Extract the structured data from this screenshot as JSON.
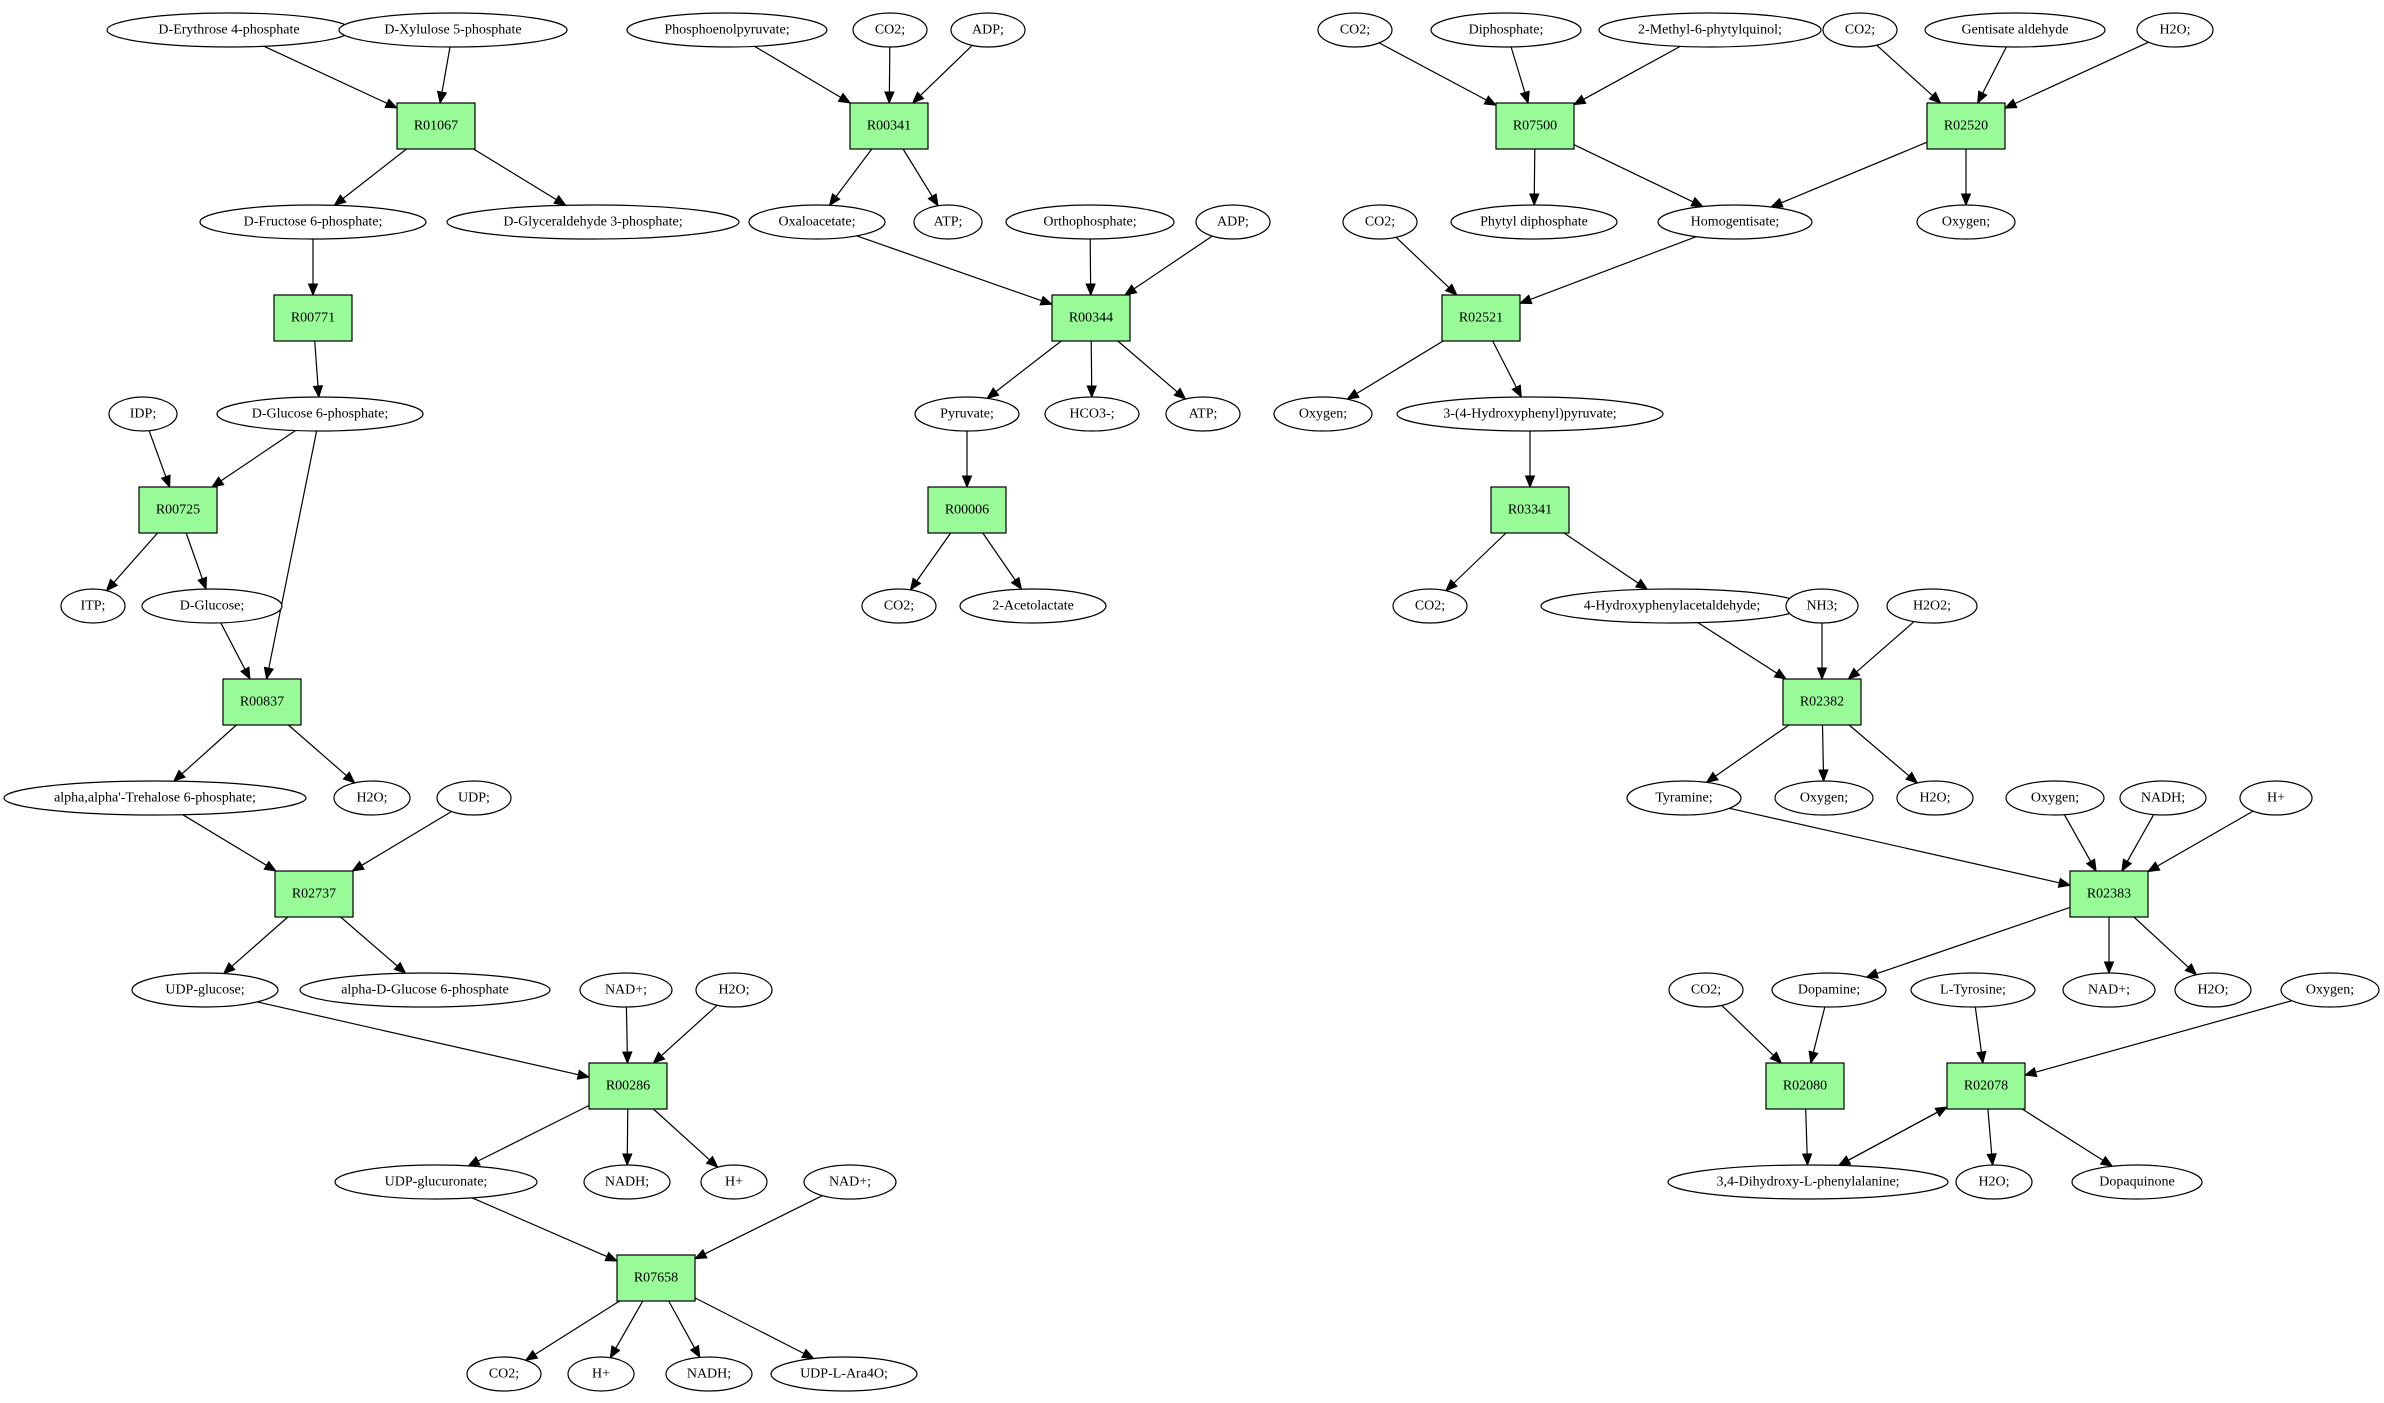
{
  "colors": {
    "reaction_fill": "#98fb98",
    "start_compound_fill": "#00ff00",
    "target_compound_fill": "#ffff00",
    "compound_fill": "#ffffff"
  },
  "diagram": {
    "type": "metabolic pathway graph",
    "compounds": [
      {
        "id": "c_e4p",
        "label": "D-Erythrose 4-phosphate",
        "kind": "start"
      },
      {
        "id": "c_xu5p",
        "label": "D-Xylulose 5-phosphate",
        "kind": "normal"
      },
      {
        "id": "c_pep",
        "label": "Phosphoenolpyruvate;",
        "kind": "start"
      },
      {
        "id": "c_co2_a",
        "label": "CO2;",
        "kind": "normal"
      },
      {
        "id": "c_adp_a",
        "label": "ADP;",
        "kind": "normal"
      },
      {
        "id": "c_co2_b",
        "label": "CO2;",
        "kind": "normal"
      },
      {
        "id": "c_dip",
        "label": "Diphosphate;",
        "kind": "normal"
      },
      {
        "id": "c_mpq",
        "label": "2-Methyl-6-phytylquinol;",
        "kind": "normal"
      },
      {
        "id": "c_co2_c",
        "label": "CO2;",
        "kind": "normal"
      },
      {
        "id": "c_gent",
        "label": "Gentisate aldehyde",
        "kind": "normal"
      },
      {
        "id": "c_h2o_a",
        "label": "H2O;",
        "kind": "normal"
      },
      {
        "id": "c_f6p",
        "label": "D-Fructose 6-phosphate;",
        "kind": "normal"
      },
      {
        "id": "c_gap",
        "label": "D-Glyceraldehyde 3-phosphate;",
        "kind": "normal"
      },
      {
        "id": "c_oaa",
        "label": "Oxaloacetate;",
        "kind": "normal"
      },
      {
        "id": "c_atp_a",
        "label": "ATP;",
        "kind": "normal"
      },
      {
        "id": "c_pi",
        "label": "Orthophosphate;",
        "kind": "normal"
      },
      {
        "id": "c_adp_b",
        "label": "ADP;",
        "kind": "normal"
      },
      {
        "id": "c_phdp",
        "label": "Phytyl diphosphate",
        "kind": "normal"
      },
      {
        "id": "c_hga",
        "label": "Homogentisate;",
        "kind": "normal"
      },
      {
        "id": "c_oxy_a",
        "label": "Oxygen;",
        "kind": "normal"
      },
      {
        "id": "c_co2_d",
        "label": "CO2;",
        "kind": "normal"
      },
      {
        "id": "c_idp",
        "label": "IDP;",
        "kind": "normal"
      },
      {
        "id": "c_g6p",
        "label": "D-Glucose 6-phosphate;",
        "kind": "normal"
      },
      {
        "id": "c_pyr",
        "label": "Pyruvate;",
        "kind": "normal"
      },
      {
        "id": "c_hco3",
        "label": "HCO3-;",
        "kind": "normal"
      },
      {
        "id": "c_atp_b",
        "label": "ATP;",
        "kind": "normal"
      },
      {
        "id": "c_oxy_b",
        "label": "Oxygen;",
        "kind": "normal"
      },
      {
        "id": "c_hpp",
        "label": "3-(4-Hydroxyphenyl)pyruvate;",
        "kind": "normal"
      },
      {
        "id": "c_itp",
        "label": "ITP;",
        "kind": "normal"
      },
      {
        "id": "c_glc",
        "label": "D-Glucose;",
        "kind": "normal"
      },
      {
        "id": "c_co2_e",
        "label": "CO2;",
        "kind": "normal"
      },
      {
        "id": "c_acl",
        "label": "2-Acetolactate",
        "kind": "normal"
      },
      {
        "id": "c_co2_f",
        "label": "CO2;",
        "kind": "normal"
      },
      {
        "id": "c_hpa",
        "label": "4-Hydroxyphenylacetaldehyde;",
        "kind": "normal"
      },
      {
        "id": "c_nh3",
        "label": "NH3;",
        "kind": "normal"
      },
      {
        "id": "c_h2o2",
        "label": "H2O2;",
        "kind": "normal"
      },
      {
        "id": "c_t6p",
        "label": "alpha,alpha'-Trehalose 6-phosphate;",
        "kind": "normal"
      },
      {
        "id": "c_h2o_b",
        "label": "H2O;",
        "kind": "normal"
      },
      {
        "id": "c_udp",
        "label": "UDP;",
        "kind": "normal"
      },
      {
        "id": "c_tyra",
        "label": "Tyramine;",
        "kind": "normal"
      },
      {
        "id": "c_oxy_c",
        "label": "Oxygen;",
        "kind": "normal"
      },
      {
        "id": "c_h2o_c",
        "label": "H2O;",
        "kind": "normal"
      },
      {
        "id": "c_oxy_d",
        "label": "Oxygen;",
        "kind": "normal"
      },
      {
        "id": "c_nadh_a",
        "label": "NADH;",
        "kind": "normal"
      },
      {
        "id": "c_hplus_a",
        "label": "H+",
        "kind": "normal"
      },
      {
        "id": "c_udpg",
        "label": "UDP-glucose;",
        "kind": "normal"
      },
      {
        "id": "c_ag6p",
        "label": "alpha-D-Glucose 6-phosphate",
        "kind": "normal"
      },
      {
        "id": "c_nadp_a",
        "label": "NAD+;",
        "kind": "normal"
      },
      {
        "id": "c_h2o_d",
        "label": "H2O;",
        "kind": "normal"
      },
      {
        "id": "c_co2_g",
        "label": "CO2;",
        "kind": "normal"
      },
      {
        "id": "c_dopa",
        "label": "Dopamine;",
        "kind": "normal"
      },
      {
        "id": "c_tyr",
        "label": "L-Tyrosine;",
        "kind": "target"
      },
      {
        "id": "c_nadp_b",
        "label": "NAD+;",
        "kind": "normal"
      },
      {
        "id": "c_h2o_e",
        "label": "H2O;",
        "kind": "normal"
      },
      {
        "id": "c_oxy_e",
        "label": "Oxygen;",
        "kind": "normal"
      },
      {
        "id": "c_udpga",
        "label": "UDP-glucuronate;",
        "kind": "normal"
      },
      {
        "id": "c_nadh_b",
        "label": "NADH;",
        "kind": "normal"
      },
      {
        "id": "c_hplus_b",
        "label": "H+",
        "kind": "normal"
      },
      {
        "id": "c_nadp_c",
        "label": "NAD+;",
        "kind": "normal"
      },
      {
        "id": "c_ldopa",
        "label": "3,4-Dihydroxy-L-phenylalanine;",
        "kind": "normal"
      },
      {
        "id": "c_h2o_f",
        "label": "H2O;",
        "kind": "normal"
      },
      {
        "id": "c_dopq",
        "label": "Dopaquinone",
        "kind": "normal"
      },
      {
        "id": "c_co2_h",
        "label": "CO2;",
        "kind": "normal"
      },
      {
        "id": "c_hplus_c",
        "label": "H+",
        "kind": "normal"
      },
      {
        "id": "c_nadh_c",
        "label": "NADH;",
        "kind": "normal"
      },
      {
        "id": "c_udpara",
        "label": "UDP-L-Ara4O;",
        "kind": "normal"
      }
    ],
    "reactions": [
      {
        "id": "r_R01067",
        "label": "R01067"
      },
      {
        "id": "r_R00341",
        "label": "R00341"
      },
      {
        "id": "r_R07500",
        "label": "R07500"
      },
      {
        "id": "r_R02520",
        "label": "R02520"
      },
      {
        "id": "r_R00771",
        "label": "R00771"
      },
      {
        "id": "r_R00344",
        "label": "R00344"
      },
      {
        "id": "r_R02521",
        "label": "R02521"
      },
      {
        "id": "r_R00725",
        "label": "R00725"
      },
      {
        "id": "r_R00006",
        "label": "R00006"
      },
      {
        "id": "r_R03341",
        "label": "R03341"
      },
      {
        "id": "r_R00837",
        "label": "R00837"
      },
      {
        "id": "r_R02382",
        "label": "R02382"
      },
      {
        "id": "r_R02737",
        "label": "R02737"
      },
      {
        "id": "r_R02383",
        "label": "R02383"
      },
      {
        "id": "r_R00286",
        "label": "R00286"
      },
      {
        "id": "r_R02080",
        "label": "R02080"
      },
      {
        "id": "r_R02078",
        "label": "R02078"
      },
      {
        "id": "r_R07658",
        "label": "R07658"
      }
    ],
    "edges": [
      [
        "c_e4p",
        "r_R01067"
      ],
      [
        "c_xu5p",
        "r_R01067"
      ],
      [
        "r_R01067",
        "c_f6p"
      ],
      [
        "r_R01067",
        "c_gap"
      ],
      [
        "c_f6p",
        "r_R00771"
      ],
      [
        "r_R00771",
        "c_g6p"
      ],
      [
        "c_idp",
        "r_R00725"
      ],
      [
        "c_g6p",
        "r_R00725"
      ],
      [
        "r_R00725",
        "c_itp"
      ],
      [
        "r_R00725",
        "c_glc"
      ],
      [
        "c_glc",
        "r_R00837"
      ],
      [
        "c_g6p",
        "r_R00837"
      ],
      [
        "r_R00837",
        "c_t6p"
      ],
      [
        "r_R00837",
        "c_h2o_b"
      ],
      [
        "c_t6p",
        "r_R02737"
      ],
      [
        "c_udp",
        "r_R02737"
      ],
      [
        "r_R02737",
        "c_udpg"
      ],
      [
        "r_R02737",
        "c_ag6p"
      ],
      [
        "c_udpg",
        "r_R00286"
      ],
      [
        "c_nadp_a",
        "r_R00286"
      ],
      [
        "c_h2o_d",
        "r_R00286"
      ],
      [
        "r_R00286",
        "c_udpga"
      ],
      [
        "r_R00286",
        "c_nadh_b"
      ],
      [
        "r_R00286",
        "c_hplus_b"
      ],
      [
        "c_udpga",
        "r_R07658"
      ],
      [
        "c_nadp_c",
        "r_R07658"
      ],
      [
        "r_R07658",
        "c_co2_h"
      ],
      [
        "r_R07658",
        "c_hplus_c"
      ],
      [
        "r_R07658",
        "c_nadh_c"
      ],
      [
        "r_R07658",
        "c_udpara"
      ],
      [
        "c_pep",
        "r_R00341"
      ],
      [
        "c_co2_a",
        "r_R00341"
      ],
      [
        "c_adp_a",
        "r_R00341"
      ],
      [
        "r_R00341",
        "c_oaa"
      ],
      [
        "r_R00341",
        "c_atp_a"
      ],
      [
        "c_oaa",
        "r_R00344"
      ],
      [
        "c_pi",
        "r_R00344"
      ],
      [
        "c_adp_b",
        "r_R00344"
      ],
      [
        "r_R00344",
        "c_pyr"
      ],
      [
        "r_R00344",
        "c_hco3"
      ],
      [
        "r_R00344",
        "c_atp_b"
      ],
      [
        "c_pyr",
        "r_R00006"
      ],
      [
        "r_R00006",
        "c_co2_e"
      ],
      [
        "r_R00006",
        "c_acl"
      ],
      [
        "c_co2_b",
        "r_R07500"
      ],
      [
        "c_dip",
        "r_R07500"
      ],
      [
        "c_mpq",
        "r_R07500"
      ],
      [
        "r_R07500",
        "c_phdp"
      ],
      [
        "r_R07500",
        "c_hga"
      ],
      [
        "c_co2_c",
        "r_R02520"
      ],
      [
        "c_gent",
        "r_R02520"
      ],
      [
        "c_h2o_a",
        "r_R02520"
      ],
      [
        "r_R02520",
        "c_hga"
      ],
      [
        "r_R02520",
        "c_oxy_a"
      ],
      [
        "c_co2_d",
        "r_R02521"
      ],
      [
        "c_hga",
        "r_R02521"
      ],
      [
        "r_R02521",
        "c_oxy_b"
      ],
      [
        "r_R02521",
        "c_hpp"
      ],
      [
        "c_hpp",
        "r_R03341"
      ],
      [
        "r_R03341",
        "c_co2_f"
      ],
      [
        "r_R03341",
        "c_hpa"
      ],
      [
        "c_hpa",
        "r_R02382"
      ],
      [
        "c_nh3",
        "r_R02382"
      ],
      [
        "c_h2o2",
        "r_R02382"
      ],
      [
        "r_R02382",
        "c_tyra"
      ],
      [
        "r_R02382",
        "c_oxy_c"
      ],
      [
        "r_R02382",
        "c_h2o_c"
      ],
      [
        "c_tyra",
        "r_R02383"
      ],
      [
        "c_oxy_d",
        "r_R02383"
      ],
      [
        "c_nadh_a",
        "r_R02383"
      ],
      [
        "c_hplus_a",
        "r_R02383"
      ],
      [
        "r_R02383",
        "c_dopa"
      ],
      [
        "r_R02383",
        "c_nadp_b"
      ],
      [
        "r_R02383",
        "c_h2o_e"
      ],
      [
        "c_co2_g",
        "r_R02080"
      ],
      [
        "c_dopa",
        "r_R02080"
      ],
      [
        "r_R02080",
        "c_ldopa"
      ],
      [
        "c_tyr",
        "r_R02078"
      ],
      [
        "c_oxy_e",
        "r_R02078"
      ],
      [
        "c_ldopa",
        "r_R02078"
      ],
      [
        "r_R02078",
        "c_ldopa"
      ],
      [
        "r_R02078",
        "c_h2o_f"
      ],
      [
        "r_R02078",
        "c_dopq"
      ]
    ]
  }
}
